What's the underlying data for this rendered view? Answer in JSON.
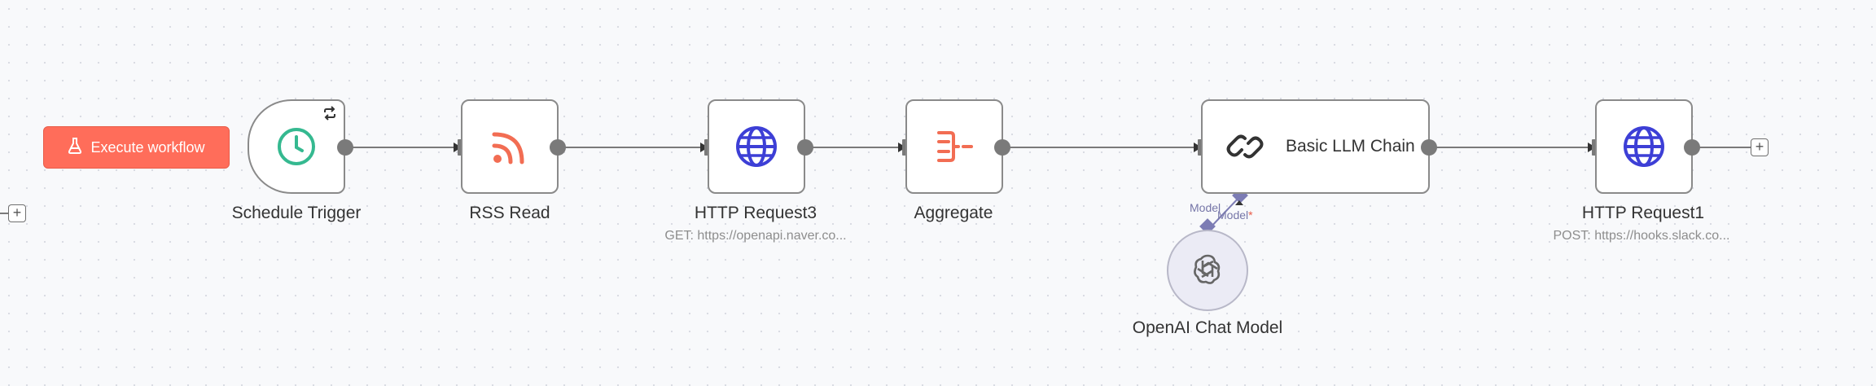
{
  "toolbar": {
    "execute_label": "Execute workflow",
    "execute_icon": "flask-icon"
  },
  "nodes": [
    {
      "id": "schedule",
      "label": "Schedule Trigger",
      "icon": "clock-icon",
      "color": "#35b990"
    },
    {
      "id": "rss",
      "label": "RSS Read",
      "icon": "rss-icon",
      "color": "#f26d53"
    },
    {
      "id": "http3",
      "label": "HTTP Request3",
      "subtitle": "GET: https://openapi.naver.co...",
      "icon": "globe-icon",
      "color": "#3d3fd6"
    },
    {
      "id": "aggregate",
      "label": "Aggregate",
      "icon": "aggregate-icon",
      "color": "#f26d53"
    },
    {
      "id": "llm",
      "label": "Basic LLM Chain",
      "icon": "link-chain-icon",
      "color": "#333333"
    },
    {
      "id": "http1",
      "label": "HTTP Request1",
      "subtitle": "POST: https://hooks.slack.co...",
      "icon": "globe-icon",
      "color": "#3d3fd6"
    }
  ],
  "sub_node": {
    "label": "OpenAI Chat Model",
    "icon": "openai-icon",
    "connector_label": "Model"
  },
  "llm_input": {
    "label": "Model",
    "required_mark": "*"
  },
  "colors": {
    "accent": "#ff6d5a",
    "edge": "#7a7a7a",
    "ai_connector": "#7c7cb4"
  }
}
